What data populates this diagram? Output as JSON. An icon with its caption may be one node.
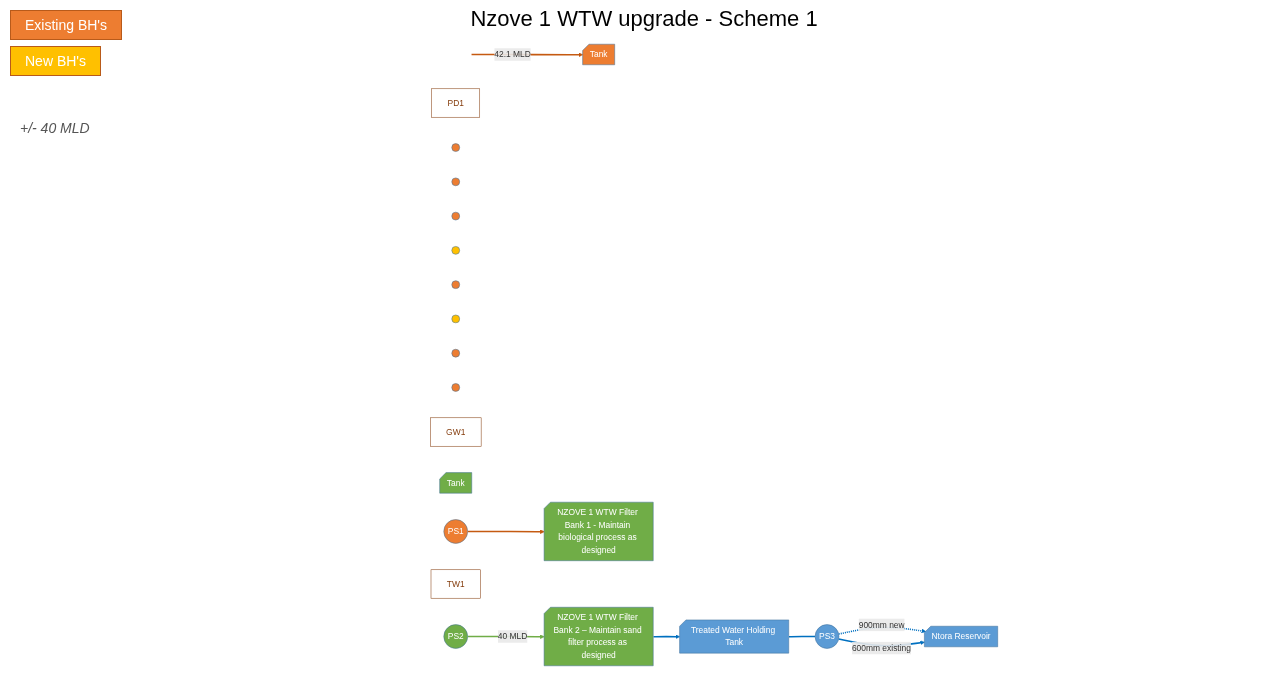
{
  "diagram": {
    "title": "Nzove 1 WTW upgrade - Scheme 1",
    "nodes": [
      {
        "text": [
          "PS1"
        ]
      },
      {
        "text": [
          "PD1"
        ]
      },
      {
        "text": [
          "Tank"
        ]
      },
      {
        "text": [
          "NZOVE 1 WTW Filter Bank 1 - Maintain biological process as designed"
        ]
      },
      {
        "text": [
          "NZOVE 1 WTW Filter Bank 2 – Maintain sand filter process as designed"
        ]
      },
      {
        "text": [],
        "shape": "circle"
      },
      {
        "text": [],
        "shape": "circle"
      },
      {
        "text": [],
        "shape": "circle"
      },
      {
        "text": [],
        "shape": "circle"
      },
      {
        "text": [],
        "shape": "circle"
      },
      {
        "text": [],
        "shape": "circle"
      },
      {
        "text": [],
        "shape": "circle"
      },
      {
        "text": [],
        "shape": "circle"
      },
      {
        "text": [
          "GW1"
        ]
      },
      {
        "text": [
          "Ntora Reservoir"
        ]
      },
      {
        "text": [
          "Tank"
        ]
      },
      {
        "text": [
          "PS2"
        ]
      },
      {
        "text": [
          "Treated Water Holding Tank"
        ]
      },
      {
        "text": [
          "PS3"
        ]
      },
      {
        "text": [
          "TW1"
        ]
      }
    ],
    "edges": [
      {
        "from": null,
        "to": 2,
        "arrow": "to",
        "label": "42.1 MLD",
        "color": "#c55a11"
      },
      {
        "from": 0,
        "to": 3,
        "arrow": "to",
        "color": "#c55a11"
      },
      {
        "from": 16,
        "to": 4,
        "arrow": "to",
        "label": "40 MLD",
        "color": "#70ad47"
      },
      {
        "from": 4,
        "to": 17,
        "arrow": "to"
      },
      {
        "from": 17,
        "to": 18,
        "arrow": "none"
      },
      {
        "from": 18,
        "to": 14,
        "arrow": "to",
        "label": "900mm new",
        "style": "dashed"
      },
      {
        "from": 18,
        "to": 14,
        "arrow": "to",
        "label": "600mm existing"
      }
    ],
    "labels": [
      "+/- 40 MLD"
    ],
    "legend": [
      {
        "text": "Existing BH's",
        "color": "#ed7d31"
      },
      {
        "text": "New BH's",
        "color": "#ffc000"
      }
    ]
  }
}
